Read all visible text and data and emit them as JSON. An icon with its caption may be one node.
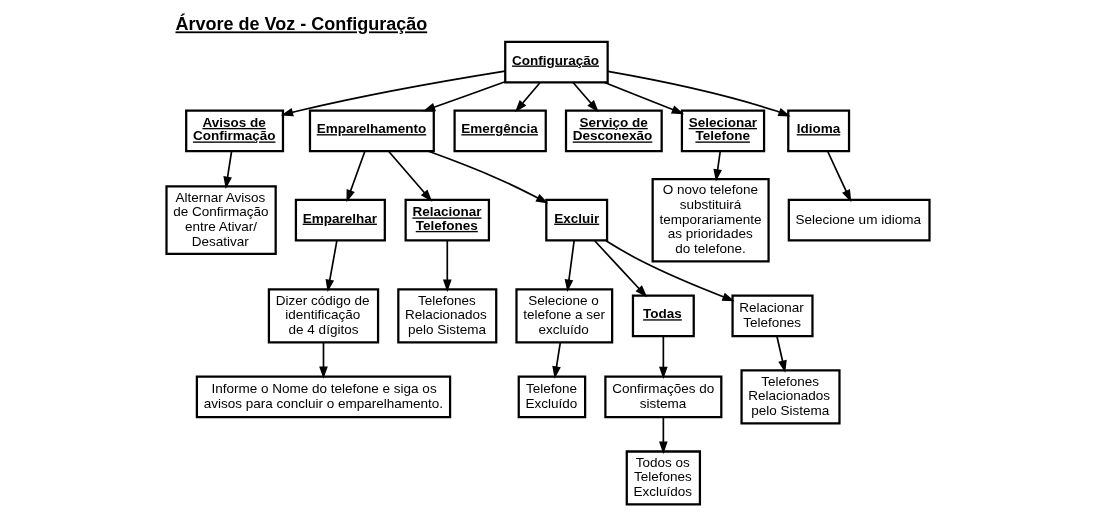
{
  "diagram": {
    "title": "Árvore de Voz - Configuração",
    "nodes": [
      {
        "text": [
          "Configuração"
        ]
      },
      {
        "text": [
          "Avisos de Confirmação"
        ]
      },
      {
        "text": [
          "Emparelhamento"
        ]
      },
      {
        "text": [
          "Emergência"
        ]
      },
      {
        "text": [
          "Serviço de Desconexão"
        ]
      },
      {
        "text": [
          "Selecionar Telefone"
        ]
      },
      {
        "text": [
          "Idioma"
        ]
      },
      {
        "text": [
          "Alternar Avisos de Confirmação entre Ativar/ Desativar"
        ]
      },
      {
        "text": [
          "Emparelhar"
        ]
      },
      {
        "text": [
          "Relacionar Telefones"
        ]
      },
      {
        "text": [
          "Excluir"
        ]
      },
      {
        "text": [
          "Dizer código de identificação de 4 dígitos"
        ]
      },
      {
        "text": [
          "Telefones Relacionados pelo Sistema"
        ]
      },
      {
        "text": [
          "Informe o Nome do telefone e siga os avisos para concluir o emparelhamento."
        ]
      },
      {
        "text": [
          "Selecione o telefone a ser excluído"
        ]
      },
      {
        "text": [
          "Todas"
        ]
      },
      {
        "text": [
          "Relacionar Telefones"
        ]
      },
      {
        "text": [
          "Telefone Excluído"
        ]
      },
      {
        "text": [
          "Confirmações do sistema"
        ]
      },
      {
        "text": [
          "Todos os Telefones Excluídos"
        ]
      },
      {
        "text": [
          "Telefones Relacionados pelo Sistema"
        ]
      },
      {
        "text": [
          "O novo telefone substituirá temporariamente as prioridades do telefone."
        ]
      },
      {
        "text": [
          "Selecione um idioma"
        ]
      }
    ],
    "edges": [
      {
        "from": 0,
        "to": 1,
        "arrow": "to"
      },
      {
        "from": 0,
        "to": 2,
        "arrow": "to"
      },
      {
        "from": 0,
        "to": 3,
        "arrow": "to"
      },
      {
        "from": 0,
        "to": 4,
        "arrow": "to"
      },
      {
        "from": 0,
        "to": 5,
        "arrow": "to"
      },
      {
        "from": 0,
        "to": 6,
        "arrow": "to"
      },
      {
        "from": 1,
        "to": 7,
        "arrow": "to"
      },
      {
        "from": 2,
        "to": 8,
        "arrow": "to"
      },
      {
        "from": 2,
        "to": 9,
        "arrow": "to"
      },
      {
        "from": 2,
        "to": 10,
        "arrow": "to"
      },
      {
        "from": 8,
        "to": 11,
        "arrow": "to"
      },
      {
        "from": 9,
        "to": 12,
        "arrow": "to"
      },
      {
        "from": 11,
        "to": 13,
        "arrow": "to"
      },
      {
        "from": 10,
        "to": 14,
        "arrow": "to"
      },
      {
        "from": 10,
        "to": 15,
        "arrow": "to"
      },
      {
        "from": 10,
        "to": 16,
        "arrow": "to"
      },
      {
        "from": 14,
        "to": 17,
        "arrow": "to"
      },
      {
        "from": 15,
        "to": 18,
        "arrow": "to"
      },
      {
        "from": 18,
        "to": 19,
        "arrow": "to"
      },
      {
        "from": 16,
        "to": 20,
        "arrow": "to"
      },
      {
        "from": 5,
        "to": 21,
        "arrow": "to"
      },
      {
        "from": 6,
        "to": 22,
        "arrow": "to"
      }
    ]
  }
}
